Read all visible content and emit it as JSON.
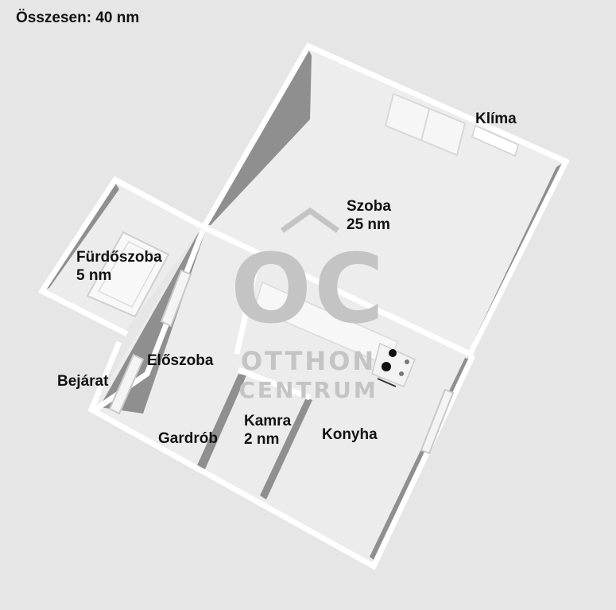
{
  "total_area": "Összesen: 40 nm",
  "rooms": {
    "klima": {
      "name": "Klíma"
    },
    "szoba": {
      "name": "Szoba",
      "area": "25 nm"
    },
    "furdoszoba": {
      "name": "Fürdőszoba",
      "area": "5 nm"
    },
    "eloszoba": {
      "name": "Előszoba"
    },
    "bejarat": {
      "name": "Bejárat"
    },
    "gardrob": {
      "name": "Gardrób"
    },
    "kamra": {
      "name": "Kamra",
      "area": "2 nm"
    },
    "konyha": {
      "name": "Konyha"
    }
  },
  "watermark": {
    "monogram": "OC",
    "line1": "OTTHON",
    "line2": "CENTRUM"
  },
  "colors": {
    "background": "#e6e6e6",
    "floor": "#ededed",
    "wall_top": "#ffffff",
    "wall_side": "#8f8f8f",
    "watermark": "#c4c4c4"
  }
}
